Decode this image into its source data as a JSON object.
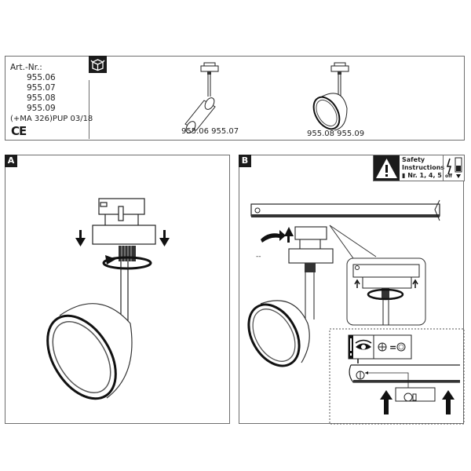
{
  "header": {
    "article_label": "Art.-Nr.:",
    "article_numbers": [
      "955.06",
      "955.07",
      "955.08",
      "955.09"
    ],
    "extra_code": "(+MA 326)PUP 03/18",
    "ce_mark": "CE",
    "box_icon": "package-box-icon",
    "products": [
      {
        "caption": "955.06  955.07",
        "type": "cylinder-spotlight"
      },
      {
        "caption": "955.08  955.09",
        "type": "dome-spotlight"
      }
    ]
  },
  "panels": {
    "a": {
      "label": "A"
    },
    "b": {
      "label": "B"
    }
  },
  "safety": {
    "icon": "warning-triangle-icon",
    "line1": "Safety",
    "line2": "Instructions",
    "line3": "▮ Nr. 1, 4, 5",
    "power_icon": "power-off-icon",
    "off_label": "off"
  },
  "ground_check": {
    "eye_icon": "eye-icon",
    "equation": "⊕ = ◎",
    "equals": "="
  },
  "b_annotation": "--"
}
